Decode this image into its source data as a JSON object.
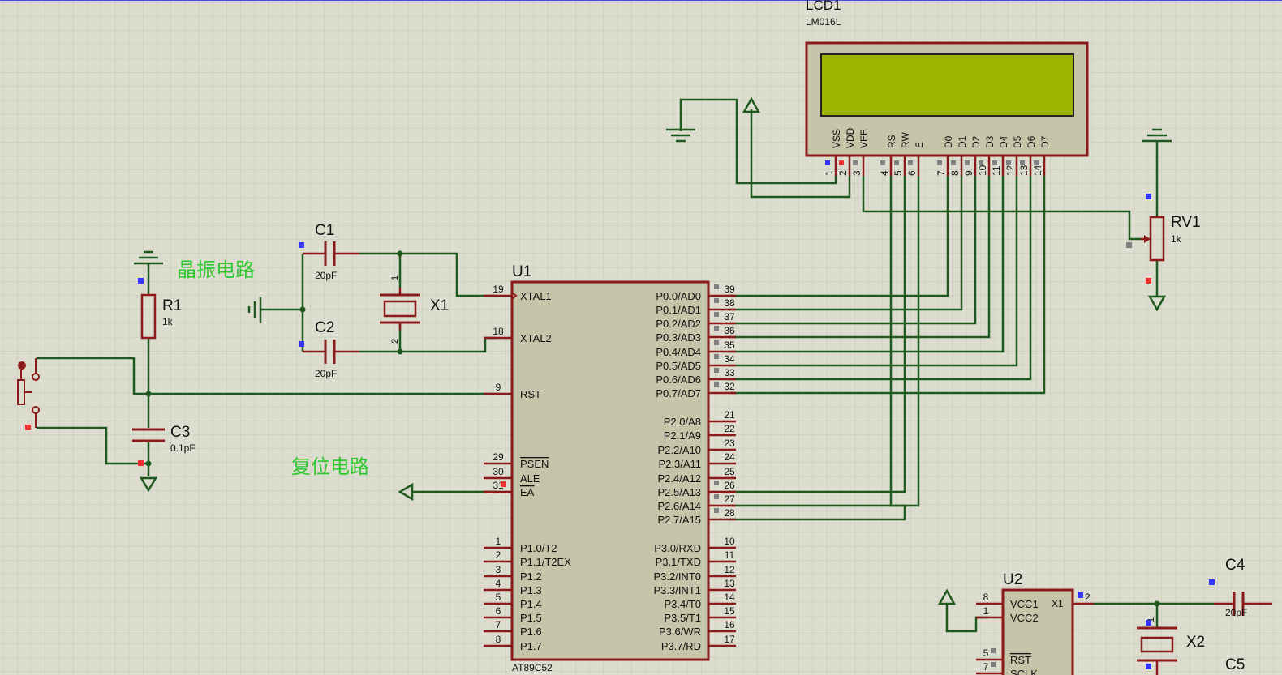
{
  "colors": {
    "background": "#dcdccf",
    "grid": "#c6c6b6",
    "wire": "#1e5a1e",
    "component": "#8b1a1a",
    "component_fill": "#c7c5a9",
    "lcd_screen": "#9ab400",
    "label": "#111111",
    "annotation": "#2ec82e",
    "pin_blue": "#3333ff",
    "pin_red": "#ee3333",
    "pin_gray": "#808080"
  },
  "annotations": {
    "crystal_circuit": "晶振电路",
    "reset_circuit": "复位电路"
  },
  "lcd": {
    "ref": "LCD1",
    "part": "LM016L",
    "pins": [
      {
        "name": "VSS",
        "num": "1"
      },
      {
        "name": "VDD",
        "num": "2"
      },
      {
        "name": "VEE",
        "num": "3"
      },
      {
        "name": "RS",
        "num": "4"
      },
      {
        "name": "RW",
        "num": "5"
      },
      {
        "name": "E",
        "num": "6"
      },
      {
        "name": "D0",
        "num": "7"
      },
      {
        "name": "D1",
        "num": "8"
      },
      {
        "name": "D2",
        "num": "9"
      },
      {
        "name": "D3",
        "num": "10"
      },
      {
        "name": "D4",
        "num": "11"
      },
      {
        "name": "D5",
        "num": "12"
      },
      {
        "name": "D6",
        "num": "13"
      },
      {
        "name": "D7",
        "num": "14"
      }
    ]
  },
  "mcu": {
    "ref": "U1",
    "part": "AT89C52",
    "left_pins": [
      {
        "num": "19",
        "name": "XTAL1"
      },
      {
        "num": "18",
        "name": "XTAL2"
      },
      {
        "num": "9",
        "name": "RST"
      },
      {
        "num": "29",
        "name": "PSEN"
      },
      {
        "num": "30",
        "name": "ALE"
      },
      {
        "num": "31",
        "name": "EA"
      },
      {
        "num": "1",
        "name": "P1.0/T2"
      },
      {
        "num": "2",
        "name": "P1.1/T2EX"
      },
      {
        "num": "3",
        "name": "P1.2"
      },
      {
        "num": "4",
        "name": "P1.3"
      },
      {
        "num": "5",
        "name": "P1.4"
      },
      {
        "num": "6",
        "name": "P1.5"
      },
      {
        "num": "7",
        "name": "P1.6"
      },
      {
        "num": "8",
        "name": "P1.7"
      }
    ],
    "right_pins": [
      {
        "num": "39",
        "name": "P0.0/AD0"
      },
      {
        "num": "38",
        "name": "P0.1/AD1"
      },
      {
        "num": "37",
        "name": "P0.2/AD2"
      },
      {
        "num": "36",
        "name": "P0.3/AD3"
      },
      {
        "num": "35",
        "name": "P0.4/AD4"
      },
      {
        "num": "34",
        "name": "P0.5/AD5"
      },
      {
        "num": "33",
        "name": "P0.6/AD6"
      },
      {
        "num": "32",
        "name": "P0.7/AD7"
      },
      {
        "num": "21",
        "name": "P2.0/A8"
      },
      {
        "num": "22",
        "name": "P2.1/A9"
      },
      {
        "num": "23",
        "name": "P2.2/A10"
      },
      {
        "num": "24",
        "name": "P2.3/A11"
      },
      {
        "num": "25",
        "name": "P2.4/A12"
      },
      {
        "num": "26",
        "name": "P2.5/A13"
      },
      {
        "num": "27",
        "name": "P2.6/A14"
      },
      {
        "num": "28",
        "name": "P2.7/A15"
      },
      {
        "num": "10",
        "name": "P3.0/RXD"
      },
      {
        "num": "11",
        "name": "P3.1/TXD"
      },
      {
        "num": "12",
        "name": "P3.2/INT0"
      },
      {
        "num": "13",
        "name": "P3.3/INT1"
      },
      {
        "num": "14",
        "name": "P3.4/T0"
      },
      {
        "num": "15",
        "name": "P3.5/T1"
      },
      {
        "num": "16",
        "name": "P3.6/WR"
      },
      {
        "num": "17",
        "name": "P3.7/RD"
      }
    ]
  },
  "components": {
    "c1": {
      "ref": "C1",
      "value": "20pF"
    },
    "c2": {
      "ref": "C2",
      "value": "20pF"
    },
    "c3": {
      "ref": "C3",
      "value": "0.1pF"
    },
    "c4": {
      "ref": "C4",
      "value": "20pF"
    },
    "c5": {
      "ref": "C5"
    },
    "r1": {
      "ref": "R1",
      "value": "1k"
    },
    "rv1": {
      "ref": "RV1",
      "value": "1k"
    },
    "x1": {
      "ref": "X1"
    },
    "x2": {
      "ref": "X2"
    },
    "x1_pin1": "1",
    "x1_pin2": "2",
    "x2_pin1": "1"
  },
  "u2": {
    "ref": "U2",
    "pins": [
      {
        "num": "8",
        "name": "VCC1"
      },
      {
        "num": "1",
        "name": "VCC2"
      },
      {
        "num": "5",
        "name": "RST"
      },
      {
        "num": "7",
        "name": "SCLK"
      }
    ],
    "right_pin": {
      "num": "2",
      "name": "X1"
    }
  }
}
